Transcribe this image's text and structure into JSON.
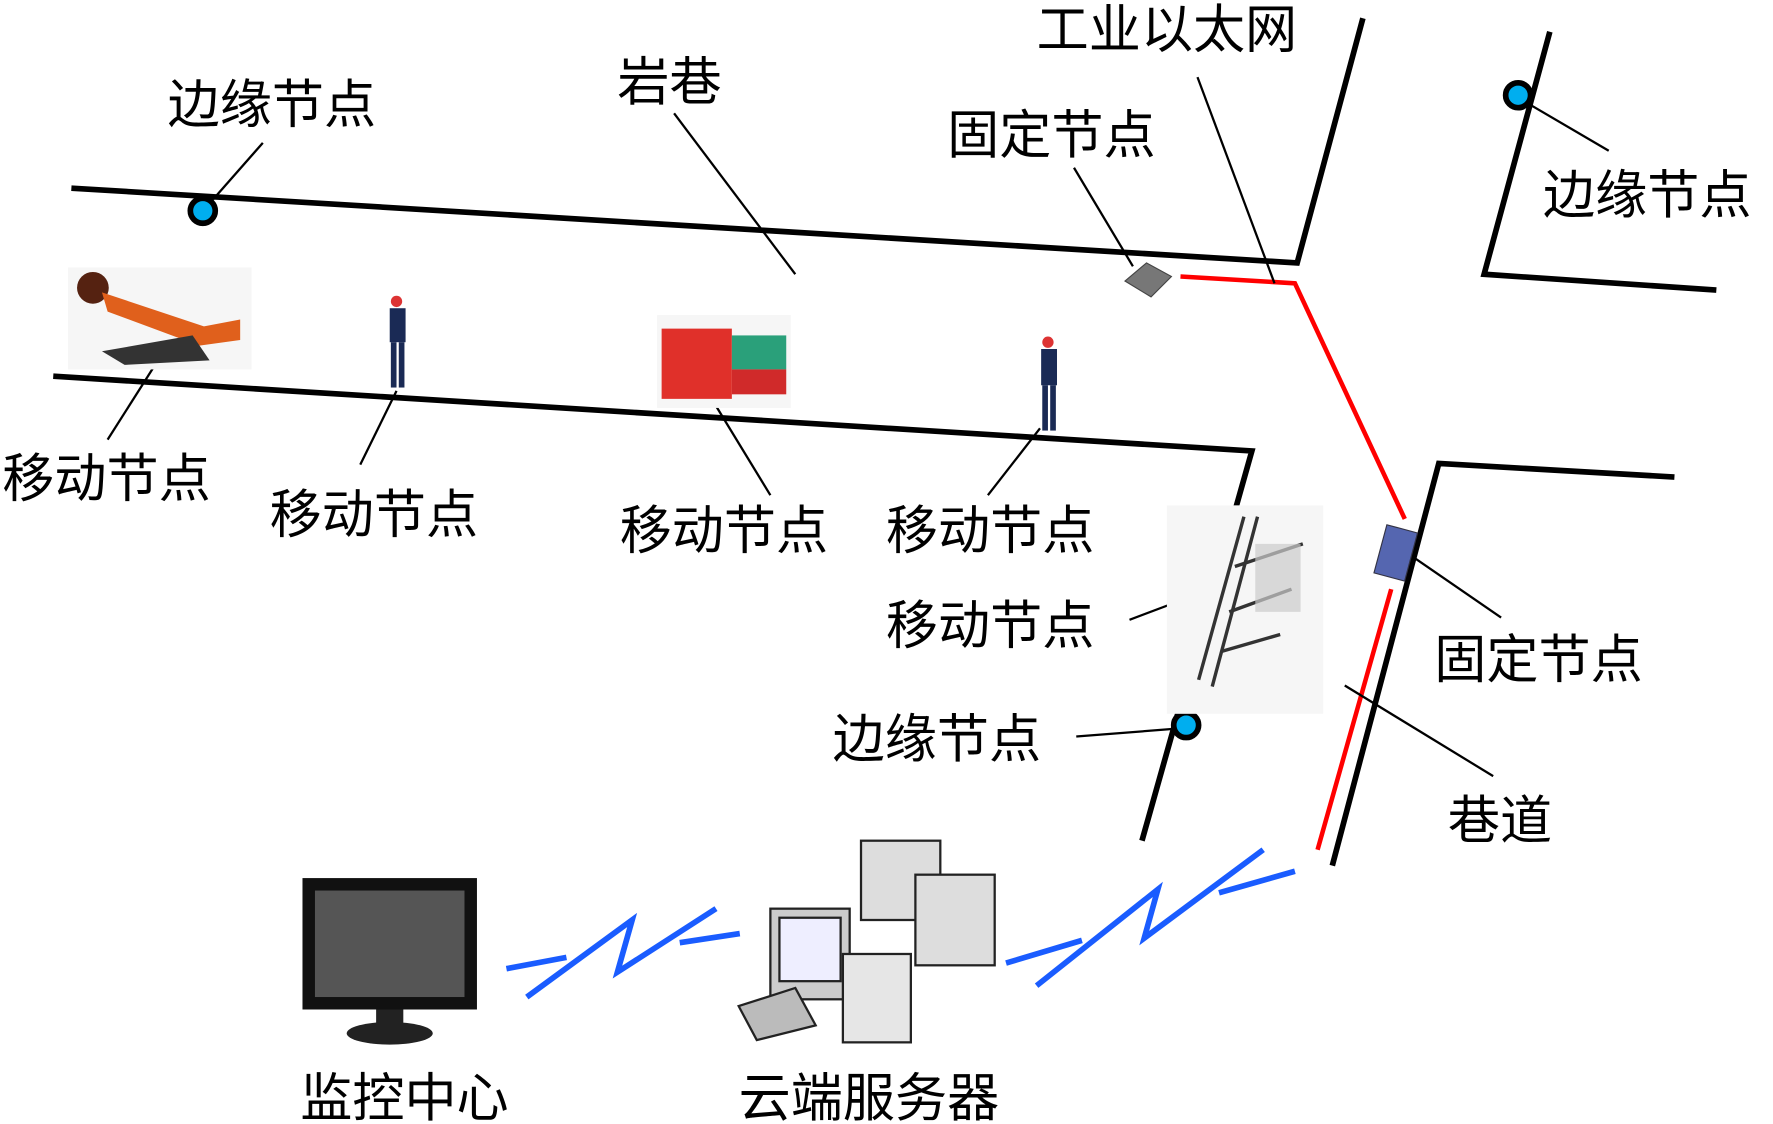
{
  "labels": {
    "edge_node": "边缘节点",
    "rock_roadway": "岩巷",
    "industrial_ethernet": "工业以太网",
    "fixed_node": "固定节点",
    "mobile_node": "移动节点",
    "roadway": "巷道",
    "monitoring_center": "监控中心",
    "cloud_server": "云端服务器"
  },
  "colors": {
    "ethernet": "#ff0000",
    "wireless": "#1a5cff",
    "edge_node_fill": "#00aeef",
    "tunnel": "#000000"
  }
}
